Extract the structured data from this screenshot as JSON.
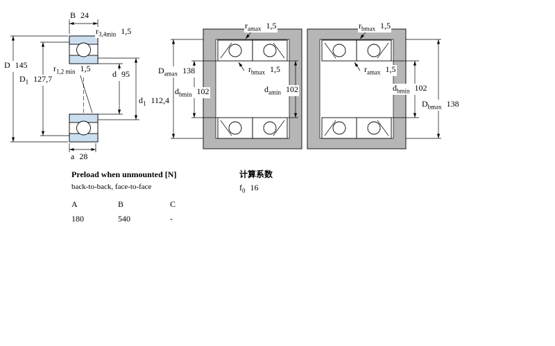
{
  "colors": {
    "accent_fill": "#ccdff0",
    "steel_gray": "#b6b6b6",
    "line": "#000000"
  },
  "bearing_drawing": {
    "B": {
      "sym": "B",
      "sub": "",
      "val": "24"
    },
    "r34": {
      "sym": "r",
      "sub": "3,4min",
      "val": "1,5"
    },
    "D": {
      "sym": "D",
      "sub": "",
      "val": "145"
    },
    "D1": {
      "sym": "D",
      "sub": "1",
      "val": "127,7"
    },
    "r12": {
      "sym": "r",
      "sub": "1,2 min",
      "val": "1,5"
    },
    "d": {
      "sym": "d",
      "sub": "",
      "val": "95"
    },
    "d1": {
      "sym": "d",
      "sub": "1",
      "val": "112,4"
    },
    "a": {
      "sym": "a",
      "sub": "",
      "val": "28"
    }
  },
  "arrangement_left": {
    "r_amax_top": {
      "sym": "r",
      "sub": "amax",
      "val": "1,5"
    },
    "D_amax": {
      "sym": "D",
      "sub": "amax",
      "val": "138"
    },
    "r_bmax": {
      "sym": "r",
      "sub": "bmax",
      "val": "1,5"
    },
    "d_bmin": {
      "sym": "d",
      "sub": "bmin",
      "val": "102"
    },
    "d_amin": {
      "sym": "d",
      "sub": "amin",
      "val": "102"
    }
  },
  "arrangement_right": {
    "r_bmax_top": {
      "sym": "r",
      "sub": "bmax",
      "val": "1,5"
    },
    "r_amax": {
      "sym": "r",
      "sub": "amax",
      "val": "1,5"
    },
    "d_bmin": {
      "sym": "d",
      "sub": "bmin",
      "val": "102"
    },
    "D_bmax": {
      "sym": "D",
      "sub": "bmax",
      "val": "138"
    }
  },
  "preload": {
    "title": "Preload when unmounted [N]",
    "subtitle": "back-to-back, face-to-face",
    "columns": [
      "A",
      "B",
      "C"
    ],
    "values": [
      "180",
      "540",
      "-"
    ]
  },
  "calculation": {
    "title": "计算系数",
    "f0": {
      "sym": "f",
      "sub": "0",
      "val": "16"
    }
  }
}
